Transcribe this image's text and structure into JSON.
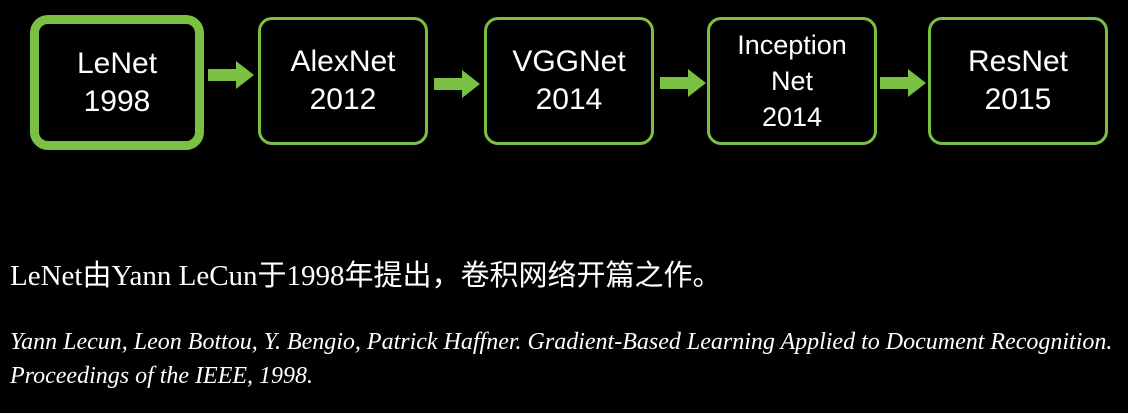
{
  "colors": {
    "accent": "#7ac143",
    "background": "#000000",
    "text": "#ffffff"
  },
  "timeline": [
    {
      "name": "LeNet",
      "year": "1998",
      "active": true
    },
    {
      "name": "AlexNet",
      "year": "2012",
      "active": false
    },
    {
      "name_line1": "Inception",
      "name_line2": "Net",
      "year": "2014",
      "active": false
    },
    {
      "name": "VGGNet",
      "year": "2014",
      "active": false
    },
    {
      "name": "ResNet",
      "year": "2015",
      "active": false
    }
  ],
  "arrow_icon": "right-arrow-icon",
  "caption": "LeNet由Yann LeCun于1998年提出，卷积网络开篇之作。",
  "citation": "Yann Lecun, Leon Bottou, Y. Bengio, Patrick Haffner. Gradient-Based Learning Applied to Document Recognition. Proceedings of the IEEE, 1998."
}
